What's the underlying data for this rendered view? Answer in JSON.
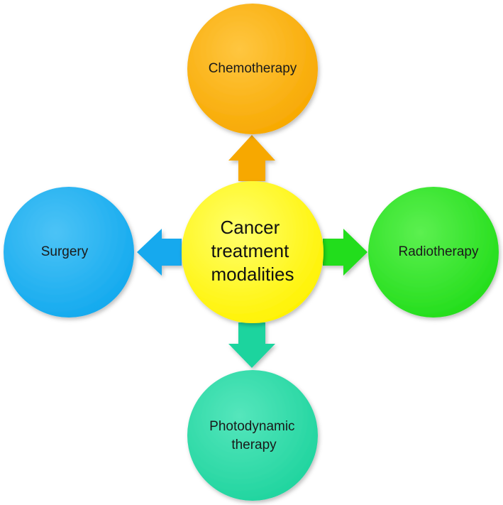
{
  "center": {
    "lines": [
      "Cancer",
      "treatment",
      "modalities"
    ],
    "color": "#FFF200"
  },
  "nodes": {
    "top": {
      "lines": [
        "Chemotherapy"
      ],
      "color": "#F7A800"
    },
    "right": {
      "lines": [
        "Radiotherapy"
      ],
      "color": "#22DD1A"
    },
    "bottom": {
      "lines": [
        "Photodynamic",
        "therapy"
      ],
      "color": "#1FD49E"
    },
    "left": {
      "lines": [
        "Surgery"
      ],
      "color": "#12A9EE"
    }
  },
  "arrows": {
    "up": {
      "color": "#F7A800"
    },
    "right": {
      "color": "#22DD1A"
    },
    "down": {
      "color": "#1FD49E"
    },
    "left": {
      "color": "#12A9EE"
    }
  }
}
